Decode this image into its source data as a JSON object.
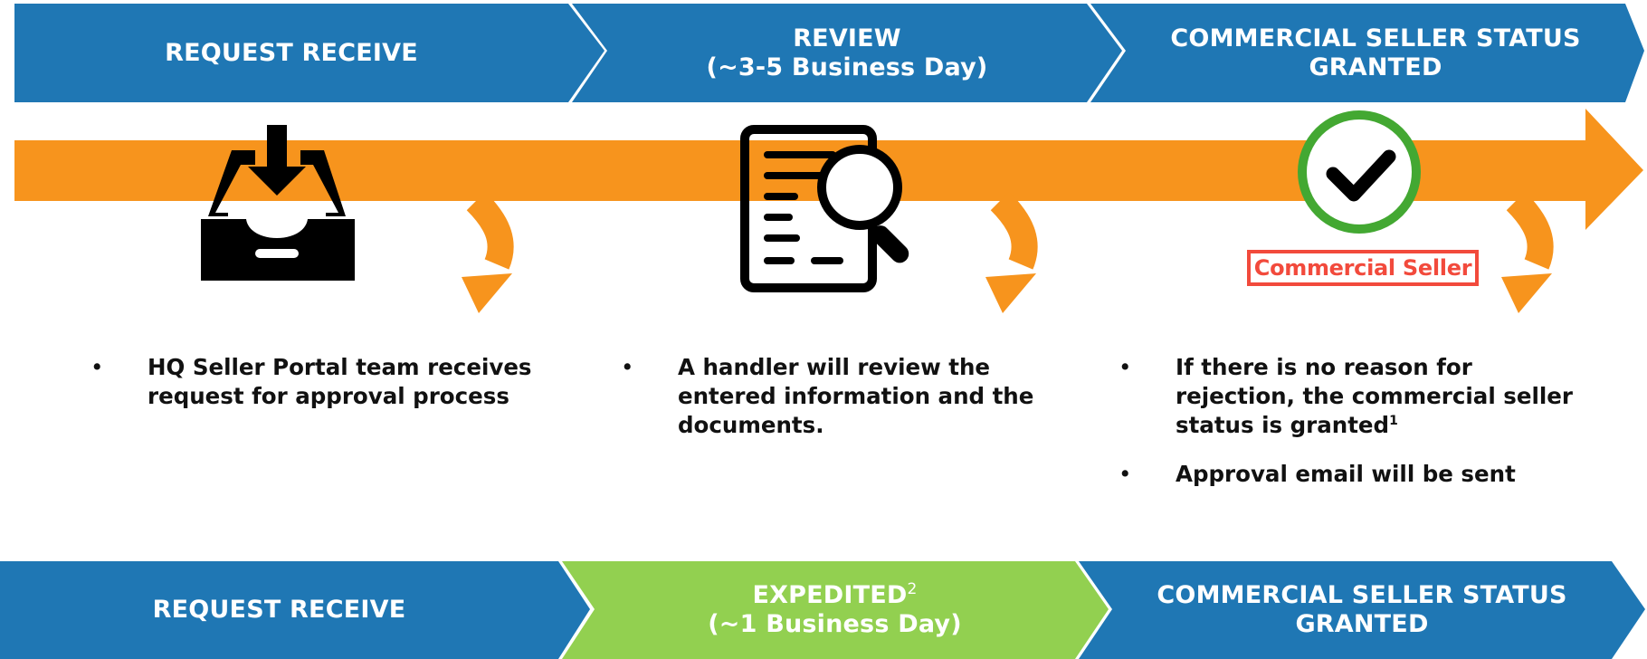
{
  "top_row": {
    "step1": {
      "line1": "REQUEST RECEIVE"
    },
    "step2": {
      "line1": "REVIEW",
      "line2": "(~3-5 Business Day)"
    },
    "step3": {
      "line1": "COMMERCIAL SELLER STATUS",
      "line2": "GRANTED"
    }
  },
  "icons": {
    "step1": "inbox-download-icon",
    "step2": "document-search-icon",
    "step3": "checkmark-circle-icon"
  },
  "badge": {
    "label": "Commercial Seller"
  },
  "descriptions": {
    "step1": [
      {
        "bullet": "•",
        "text": "HQ Seller Portal team receives request for approval process"
      }
    ],
    "step2": [
      {
        "bullet": "•",
        "text": "A handler will review the entered information and the documents."
      }
    ],
    "step3": [
      {
        "bullet": "•",
        "text": "If there is no reason for rejection, the commercial seller status is granted",
        "sup": "1"
      },
      {
        "bullet": "•",
        "text": "Approval email will be sent"
      }
    ]
  },
  "bottom_row": {
    "step1": {
      "line1": "REQUEST RECEIVE"
    },
    "step2": {
      "line1": "EXPEDITED",
      "sup": "2",
      "line2": "(~1 Business Day)"
    },
    "step3": {
      "line1": "COMMERCIAL SELLER STATUS",
      "line2": "GRANTED"
    }
  },
  "colors": {
    "chevron_blue": "#1f77b4",
    "chevron_green": "#92d050",
    "timeline_orange": "#f7941d",
    "check_ring_green": "#43a832",
    "badge_red": "#f24a3c"
  }
}
